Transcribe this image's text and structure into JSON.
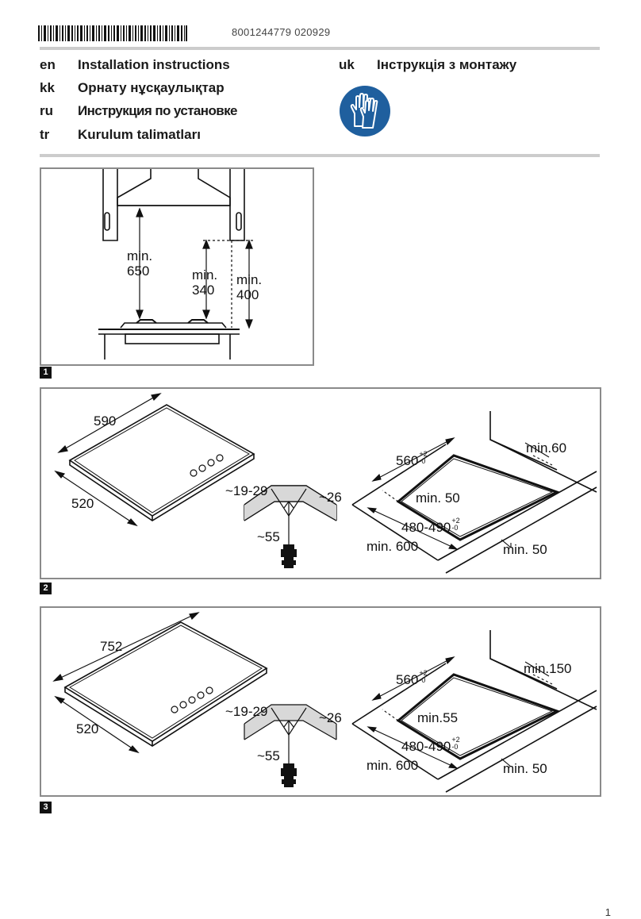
{
  "header": {
    "doc_number": "8001244779 020929"
  },
  "languages": [
    {
      "code": "en",
      "title": "Installation instructions"
    },
    {
      "code": "kk",
      "title": "Орнату нұсқаулықтар"
    },
    {
      "code": "ru",
      "title": "Инструкция по установке"
    },
    {
      "code": "tr",
      "title": "Kurulum talimatları"
    },
    {
      "code": "uk",
      "title": "Інструкція з монтажу"
    }
  ],
  "icons": {
    "gloves": "protective-gloves-icon",
    "gloves_color": "#1f5f9e"
  },
  "figure1": {
    "number": "1",
    "dims": {
      "hood": "min.\n650",
      "cabinet": "min.\n340",
      "side": "min.\n400"
    }
  },
  "figure2": {
    "number": "2",
    "width": "590",
    "depth": "520",
    "corner_a": "~19-29",
    "corner_b": "~26",
    "corner_c": "~55",
    "cutout_width": "560",
    "cutout_width_tol_plus": "+2",
    "cutout_width_tol_minus": "-0",
    "back_min": "min.60",
    "front_min": "min. 50",
    "cutout_depth": "480-490",
    "cutout_depth_tol_plus": "+2",
    "cutout_depth_tol_minus": "-0",
    "worktop_min": "min. 600",
    "side_min": "min. 50"
  },
  "figure3": {
    "number": "3",
    "width": "752",
    "depth": "520",
    "corner_a": "~19-29",
    "corner_b": "~26",
    "corner_c": "~55",
    "cutout_width": "560",
    "cutout_width_tol_plus": "+2",
    "cutout_width_tol_minus": "-0",
    "back_min": "min.150",
    "front_min": "min.55",
    "cutout_depth": "480-490",
    "cutout_depth_tol_plus": "+2",
    "cutout_depth_tol_minus": "-0",
    "worktop_min": "min. 600",
    "side_min": "min. 50"
  },
  "page_number": "1"
}
